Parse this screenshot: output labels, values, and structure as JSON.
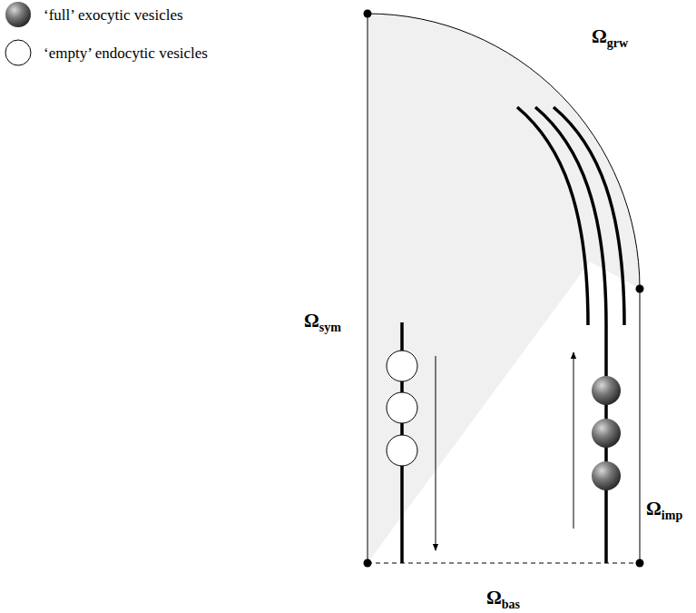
{
  "diagram": {
    "labels": [
      "Ωgrw",
      "Ωsym",
      "Ωimp",
      "Ωbas"
    ],
    "legend": [
      {
        "text": "‘full’ exocytic vesicles"
      },
      {
        "text": "‘empty’ endocytic vesicles"
      }
    ]
  }
}
